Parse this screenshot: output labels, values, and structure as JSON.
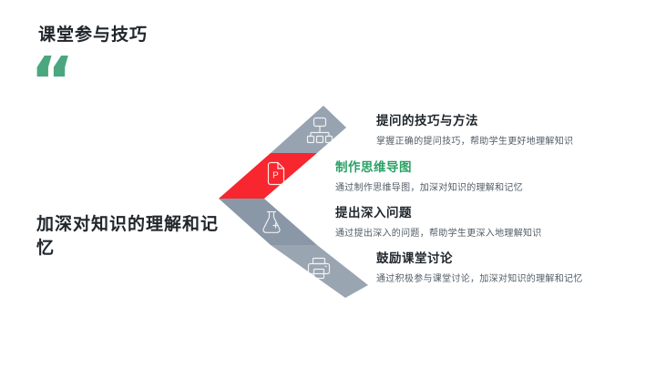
{
  "slide": {
    "title": "课堂参与技巧",
    "quote_mark": "“",
    "subtitle": "加深对知识的理解和记忆",
    "background": "#ffffff",
    "heading_color": "#20262b",
    "quote_color": "#4aa77f"
  },
  "diagram": {
    "type": "chevron-list",
    "segments": [
      {
        "icon": "sitemap-icon",
        "color": "#97a3b1"
      },
      {
        "icon": "document-icon",
        "color": "#f8262e"
      },
      {
        "icon": "flask-icon",
        "color": "#8a97a7"
      },
      {
        "icon": "printer-icon",
        "color": "#9aa5b2"
      }
    ],
    "icon_letter": "P"
  },
  "items": [
    {
      "title": "提问的技巧与方法",
      "title_color": "#1f262c",
      "desc": "掌握正确的提问技巧，帮助学生更好地理解知识"
    },
    {
      "title": "制作思维导图",
      "title_color": "#2aa165",
      "desc": "通过制作思维导图，加深对知识的理解和记忆"
    },
    {
      "title": "提出深入问题",
      "title_color": "#1f262c",
      "desc": "通过提出深入的问题，帮助学生更深入地理解知识"
    },
    {
      "title": "鼓励课堂讨论",
      "title_color": "#1f262c",
      "desc": "通过积极参与课堂讨论，加深对知识的理解和记忆"
    }
  ]
}
